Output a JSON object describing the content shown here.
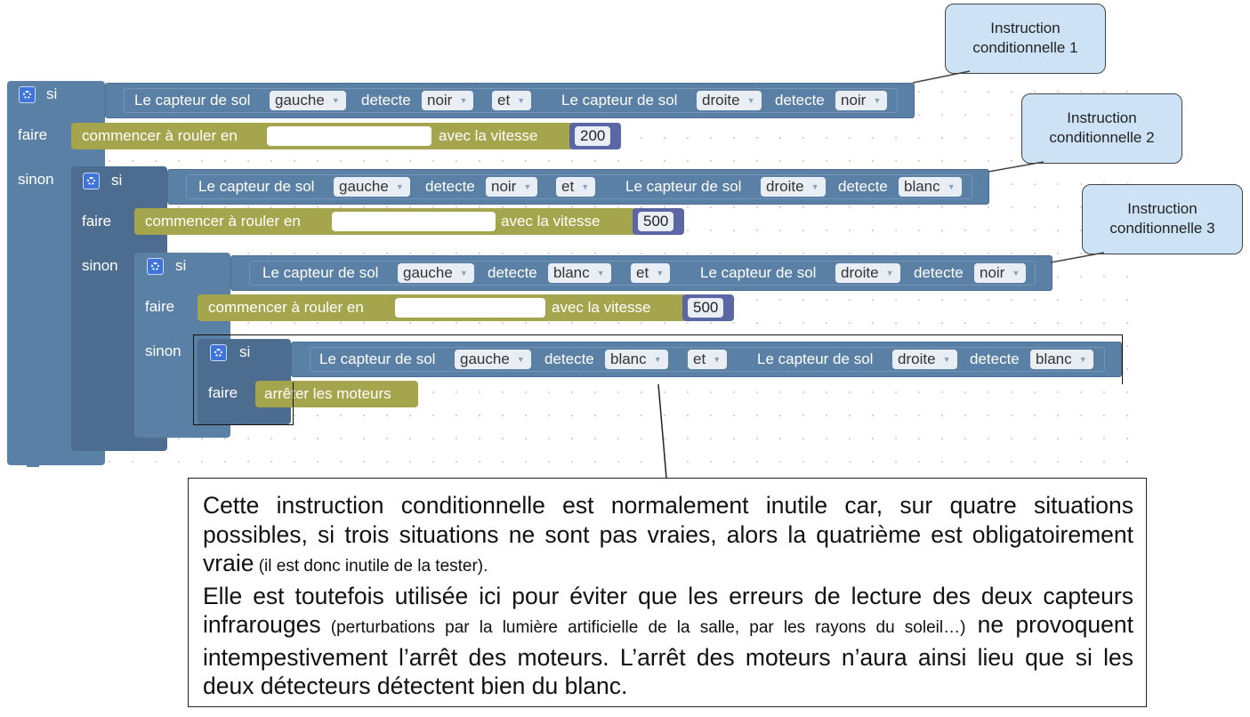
{
  "keywords": {
    "if": "si",
    "do": "faire",
    "else": "sinon"
  },
  "conditions": [
    {
      "prefix_left": "Le capteur de sol",
      "side_left": "gauche",
      "verb_left": "detecte",
      "color_left": "noir",
      "operator": "et",
      "prefix_right": "Le capteur de sol",
      "side_right": "droite",
      "verb_right": "detecte",
      "color_right": "noir"
    },
    {
      "prefix_left": "Le capteur de sol",
      "side_left": "gauche",
      "verb_left": "detecte",
      "color_left": "noir",
      "operator": "et",
      "prefix_right": "Le capteur de sol",
      "side_right": "droite",
      "verb_right": "detecte",
      "color_right": "blanc"
    },
    {
      "prefix_left": "Le capteur de sol",
      "side_left": "gauche",
      "verb_left": "detecte",
      "color_left": "blanc",
      "operator": "et",
      "prefix_right": "Le capteur de sol",
      "side_right": "droite",
      "verb_right": "detecte",
      "color_right": "noir"
    },
    {
      "prefix_left": "Le capteur de sol",
      "side_left": "gauche",
      "verb_left": "detecte",
      "color_left": "blanc",
      "operator": "et",
      "prefix_right": "Le capteur de sol",
      "side_right": "droite",
      "verb_right": "detecte",
      "color_right": "blanc"
    }
  ],
  "actions": [
    {
      "label": "commencer à rouler  en",
      "direction_value": "",
      "speed_label": "avec la vitesse",
      "speed": "200"
    },
    {
      "label": "commencer à rouler  en",
      "direction_value": "",
      "speed_label": "avec la vitesse",
      "speed": "500"
    },
    {
      "label": "commencer à rouler  en",
      "direction_value": "",
      "speed_label": "avec la vitesse",
      "speed": "500"
    },
    {
      "label": "arrêter les moteurs"
    }
  ],
  "callouts": [
    {
      "line1": "Instruction",
      "line2": "conditionnelle 1"
    },
    {
      "line1": "Instruction",
      "line2": "conditionnelle 2"
    },
    {
      "line1": "Instruction",
      "line2": "conditionnelle 3"
    }
  ],
  "note": {
    "p1_main": "Cette instruction conditionnelle est normalement inutile car, sur quatre situations possibles, si trois situations ne sont pas vraies, alors la quatrième est obligatoirement vraie",
    "p1_small": " (il est donc inutile de la tester).",
    "p2_a": "Elle est toutefois utilisée ici pour éviter que les erreurs de lecture des deux capteurs infrarouges",
    "p2_small": " (perturbations par la lumière artificielle de la salle, par les rayons du soleil…)",
    "p2_b": " ne provoquent intempestivement l’arrêt des moteurs. L’arrêt des moteurs n’aura ainsi lieu que si les deux détecteurs détectent bien du blanc."
  },
  "colors": {
    "logic_block": "#5b80a5",
    "action_block": "#a5a54e",
    "number_block": "#5b67a5",
    "callout_fill": "#cde3f5"
  }
}
